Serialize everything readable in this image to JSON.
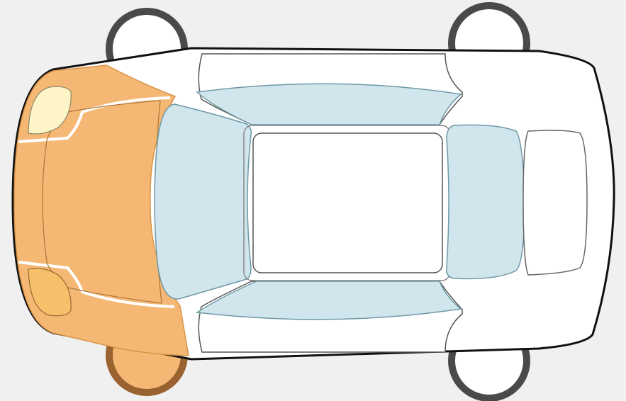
{
  "diagram": {
    "view": "car-top-view",
    "colors": {
      "background": "#f0f0f0",
      "body": "#ffffff",
      "outline": "#111111",
      "glass": "#d0e6ec",
      "glass_stroke": "#6e98a6",
      "highlight": "#f5b874",
      "highlight_stroke": "#b87a3e",
      "headlight": "#fdf5c8",
      "headlight_highlight": "#f6bf6a",
      "tire": "#4a4a4a",
      "tire_highlight": "#9a6230"
    },
    "parts": [
      {
        "id": "front-left-wheel",
        "selected": false
      },
      {
        "id": "rear-left-wheel",
        "selected": false
      },
      {
        "id": "front-right-wheel",
        "selected": true
      },
      {
        "id": "rear-right-wheel",
        "selected": false
      },
      {
        "id": "front-section",
        "selected": true
      },
      {
        "id": "windshield",
        "selected": false
      },
      {
        "id": "roof",
        "selected": false
      },
      {
        "id": "rear-window",
        "selected": false
      },
      {
        "id": "trunk",
        "selected": false
      },
      {
        "id": "left-door-window",
        "selected": false
      },
      {
        "id": "right-door-window",
        "selected": false
      }
    ]
  }
}
